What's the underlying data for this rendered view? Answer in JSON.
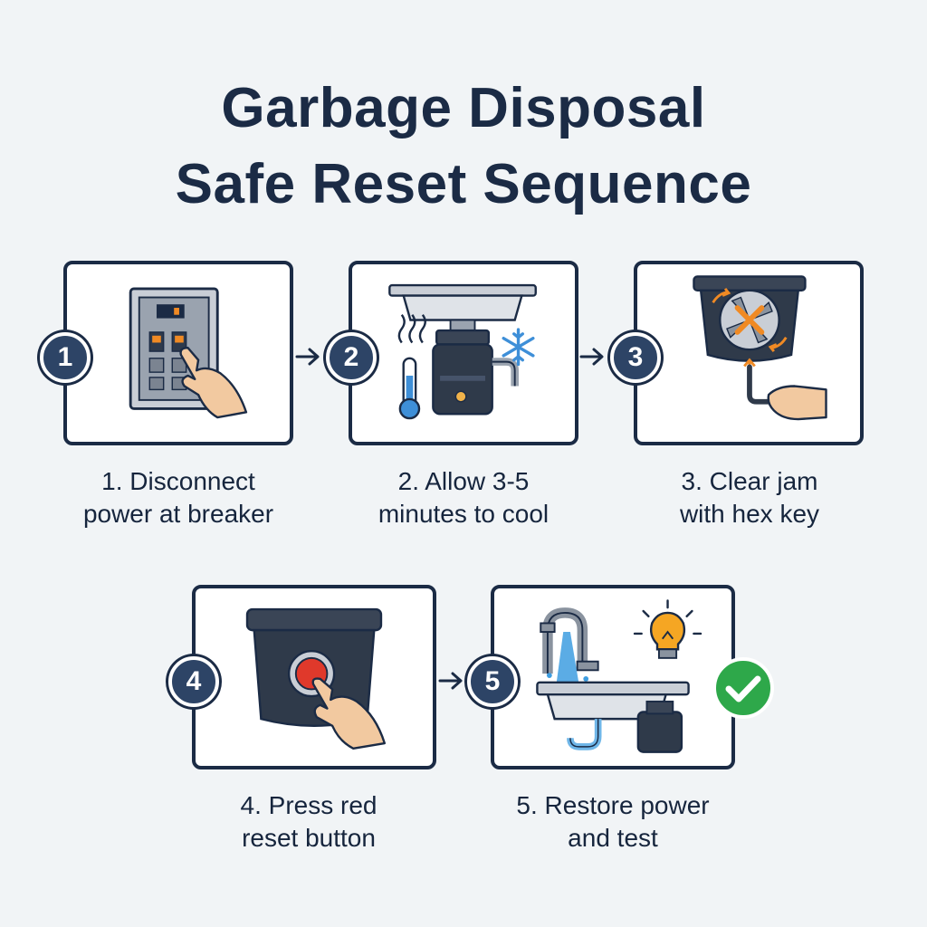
{
  "title": {
    "line1": "Garbage Disposal",
    "line2": "Safe Reset Sequence"
  },
  "steps": [
    {
      "number": "1",
      "caption_line1": "1. Disconnect",
      "caption_line2": "power at breaker",
      "icon": "breaker-panel-hand-icon"
    },
    {
      "number": "2",
      "caption_line1": "2. Allow 3-5",
      "caption_line2": "minutes to cool",
      "icon": "disposal-cooling-icon"
    },
    {
      "number": "3",
      "caption_line1": "3. Clear jam",
      "caption_line2": "with hex key",
      "icon": "hex-key-jam-icon"
    },
    {
      "number": "4",
      "caption_line1": "4. Press red",
      "caption_line2": "reset button",
      "icon": "reset-button-press-icon"
    },
    {
      "number": "5",
      "caption_line1": "5. Restore power",
      "caption_line2": "and test",
      "icon": "faucet-test-check-icon"
    }
  ],
  "colors": {
    "navy": "#1b2b45",
    "badge": "#2d4466",
    "reset_red": "#e0392b",
    "check_green": "#2ea84a",
    "bulb_orange": "#f5a623"
  }
}
